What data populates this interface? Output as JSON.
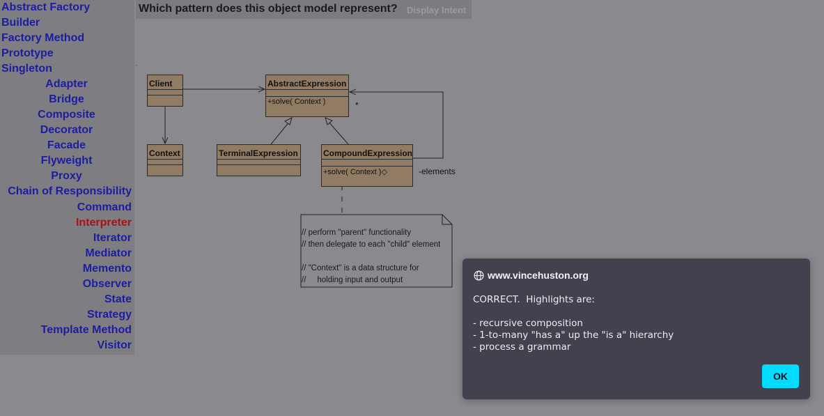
{
  "sidebar": {
    "items": [
      {
        "label": "Abstract Factory"
      },
      {
        "label": "Builder"
      },
      {
        "label": "Factory Method"
      },
      {
        "label": "Prototype"
      },
      {
        "label": "Singleton"
      },
      {
        "label": "Adapter"
      },
      {
        "label": "Bridge"
      },
      {
        "label": "Composite"
      },
      {
        "label": "Decorator"
      },
      {
        "label": "Facade"
      },
      {
        "label": "Flyweight"
      },
      {
        "label": "Proxy"
      },
      {
        "label": "Chain of Responsibility"
      },
      {
        "label": "Command"
      },
      {
        "label": "Interpreter"
      },
      {
        "label": "Iterator"
      },
      {
        "label": "Mediator"
      },
      {
        "label": "Memento"
      },
      {
        "label": "Observer"
      },
      {
        "label": "State"
      },
      {
        "label": "Strategy"
      },
      {
        "label": "Template Method"
      },
      {
        "label": "Visitor"
      }
    ],
    "active_item": "Interpreter"
  },
  "header": {
    "question": "Which pattern does this object model represent?",
    "intent_link": "Display Intent"
  },
  "diagram": {
    "classes": {
      "client": "Client",
      "context": "Context",
      "abstract_expression": "AbstractExpression",
      "abstract_expression_method": "+solve( Context )",
      "terminal_expression": "TerminalExpression",
      "compound_expression": "CompoundExpression",
      "compound_expression_method": "+solve( Context )◇"
    },
    "multiplicity": "*",
    "role_label": "-elements",
    "note": "// perform \"parent\" functionality\n// then delegate to each \"child\" element\n\n// \"Context\" is a data structure for\n//     holding input and output"
  },
  "dialog": {
    "origin": "www.vincehuston.org",
    "message": "CORRECT.  Highlights are:\n\n- recursive composition\n- 1-to-many \"has a\" up the \"is a\" hierarchy\n- process a grammar",
    "ok_label": "OK"
  },
  "colors": {
    "page_background": "#8a8a8e",
    "link": "#1d1da0",
    "active_link": "#a8121a",
    "uml_fill": "#917b63",
    "dialog_background": "#42414d",
    "ok_button": "#00ddff"
  }
}
